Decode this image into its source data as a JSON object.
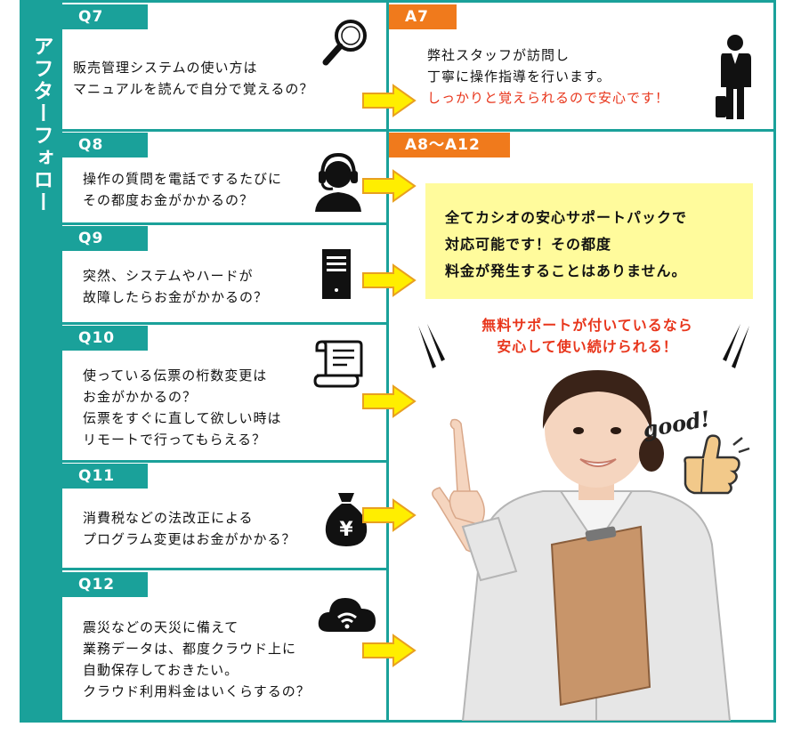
{
  "sidebar": {
    "title": "アフターフォロー"
  },
  "questions": [
    {
      "tag": "Q7",
      "text": "販売管理システムの使い方は\nマニュアルを読んで自分で覚えるの？",
      "icon": "magnifier-icon"
    },
    {
      "tag": "Q8",
      "text": "操作の質問を電話でするたびに\nその都度お金がかかるの？",
      "icon": "headset-operator-icon"
    },
    {
      "tag": "Q9",
      "text": "突然、システムやハードが\n故障したらお金がかかるの？",
      "icon": "server-tower-icon"
    },
    {
      "tag": "Q10",
      "text": "使っている伝票の桁数変更は\nお金がかかるの？\n伝票をすぐに直して欲しい時は\nリモートで行ってもらえる？",
      "icon": "document-scroll-icon"
    },
    {
      "tag": "Q11",
      "text": "消費税などの法改正による\nプログラム変更はお金がかかる？",
      "icon": "yen-money-bag-icon"
    },
    {
      "tag": "Q12",
      "text": "震災などの天災に備えて\n業務データは、都度クラウド上に\n自動保存しておきたい。\nクラウド利用料金はいくらするの？",
      "icon": "cloud-wifi-icon"
    }
  ],
  "answers": {
    "a7": {
      "tag": "A7",
      "line1": "弊社スタッフが訪問し",
      "line2": "丁寧に操作指導を行います。",
      "highlight": "しっかりと覚えられるので安心です！",
      "icon": "businessman-icon"
    },
    "a8_12": {
      "tag": "A8〜A12",
      "box_lines": [
        "全てカシオの安心サポートパックで",
        "対応可能です！その都度",
        "料金が発生することはありません。"
      ],
      "callout_lines": [
        "無料サポートが付いているなら",
        "安心して使い続けられる！"
      ],
      "good_text": "good!"
    }
  },
  "colors": {
    "teal": "#1aa19a",
    "orange": "#f07a1c",
    "red": "#e8361c",
    "yellow_box": "#fffb9c",
    "arrow": "#ffee00"
  }
}
